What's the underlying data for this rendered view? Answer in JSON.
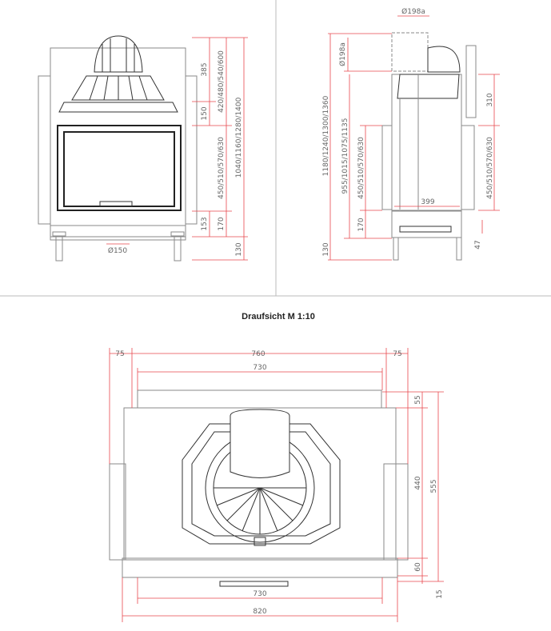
{
  "section_title": "Draufsicht M 1:10",
  "front_view": {
    "dims": {
      "top_h": "385",
      "mid_h": "150",
      "hood_h": "420/480/540/600",
      "door_h": "450/510/570/630",
      "total_h": "1040/1160/1280/1400",
      "base_h": "170",
      "bottom_h": "153",
      "leg_h": "130",
      "flue_d": "Ø150"
    }
  },
  "side_view": {
    "dims": {
      "flue_top": "Ø198a",
      "flue_side": "Ø198a",
      "total_h": "1180/1240/1300/1360",
      "flue_h": "955/1015/1075/1135",
      "door_h": "450/510/570/630",
      "base_h": "170",
      "leg_h": "130",
      "depth": "399",
      "back_h": "310",
      "back_door_h": "450/510/570/630",
      "foot": "47"
    }
  },
  "top_view": {
    "dims": {
      "left": "75",
      "width": "760",
      "right": "75",
      "inner_top": "730",
      "inner_bottom": "730",
      "outer_bottom": "820",
      "back": "55",
      "depth": "440",
      "total": "555",
      "front": "60",
      "front_lip": "15"
    }
  },
  "colors": {
    "dimension": "#e8474d",
    "line": "#8a8a8a"
  }
}
